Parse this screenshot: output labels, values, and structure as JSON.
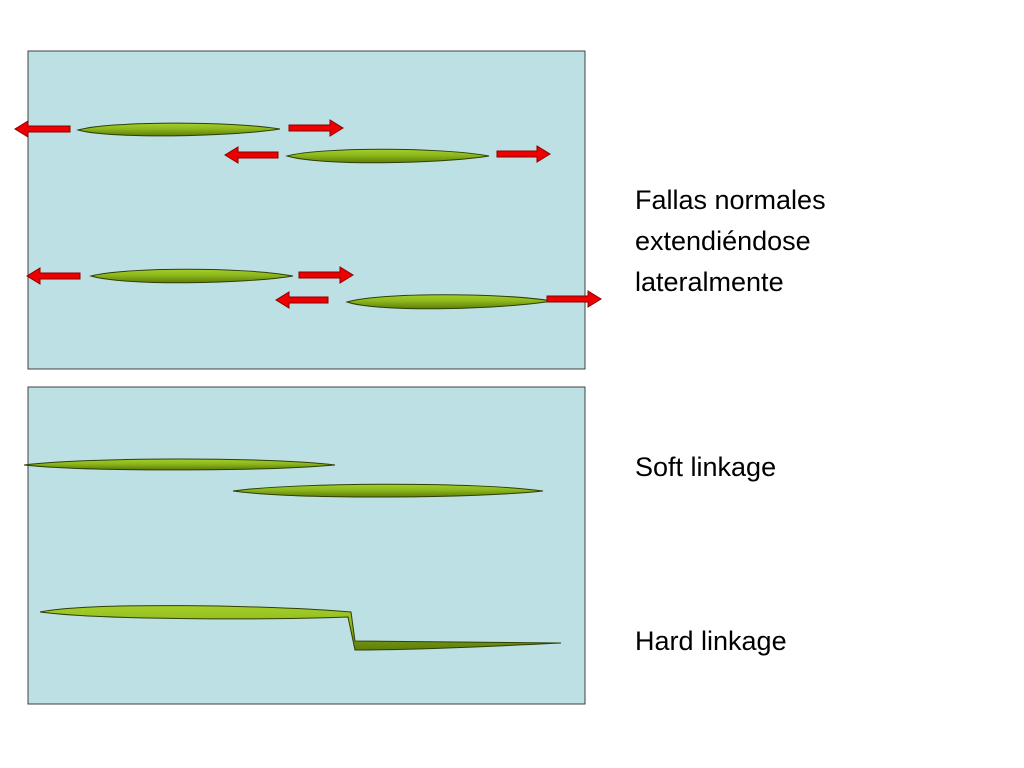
{
  "colors": {
    "panel_fill": "#bde0e5",
    "panel_border": "#404040",
    "fault_light": "#a6cf2a",
    "fault_dark": "#5e7d0a",
    "arrow_fill": "#ee0000",
    "arrow_stroke": "#8a0000"
  },
  "labels": {
    "lateral_line1": "Fallas normales",
    "lateral_line2": "extendiéndose",
    "lateral_line3": "lateralmente",
    "soft": "Soft linkage",
    "hard": "Hard linkage"
  }
}
